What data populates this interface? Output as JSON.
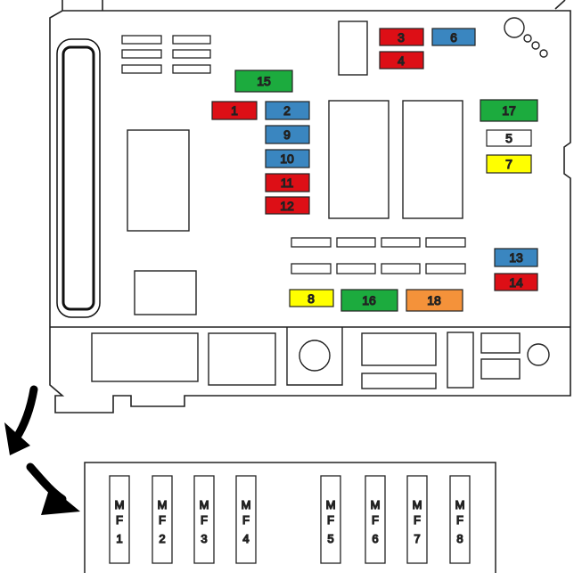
{
  "colors": {
    "red": "#dd0f16",
    "blue": "#3a86c0",
    "green": "#1cab3e",
    "yellow": "#ffff00",
    "orange": "#f4923a",
    "white": "#ffffff",
    "outline": "#222222"
  },
  "fuses": [
    {
      "id": "fuse-1",
      "label": "1",
      "color": "red"
    },
    {
      "id": "fuse-2",
      "label": "2",
      "color": "blue"
    },
    {
      "id": "fuse-3",
      "label": "3",
      "color": "red"
    },
    {
      "id": "fuse-4",
      "label": "4",
      "color": "red"
    },
    {
      "id": "fuse-5",
      "label": "5",
      "color": "white"
    },
    {
      "id": "fuse-6",
      "label": "6",
      "color": "blue"
    },
    {
      "id": "fuse-7",
      "label": "7",
      "color": "yellow"
    },
    {
      "id": "fuse-8",
      "label": "8",
      "color": "yellow"
    },
    {
      "id": "fuse-9",
      "label": "9",
      "color": "blue"
    },
    {
      "id": "fuse-10",
      "label": "10",
      "color": "blue"
    },
    {
      "id": "fuse-11",
      "label": "11",
      "color": "red"
    },
    {
      "id": "fuse-12",
      "label": "12",
      "color": "red"
    },
    {
      "id": "fuse-13",
      "label": "13",
      "color": "blue"
    },
    {
      "id": "fuse-14",
      "label": "14",
      "color": "red"
    },
    {
      "id": "fuse-15",
      "label": "15",
      "color": "green"
    },
    {
      "id": "fuse-16",
      "label": "16",
      "color": "green"
    },
    {
      "id": "fuse-17",
      "label": "17",
      "color": "green"
    },
    {
      "id": "fuse-18",
      "label": "18",
      "color": "orange"
    }
  ],
  "maxi_fuses": [
    {
      "id": "mf-1",
      "lines": [
        "M",
        "F",
        "1"
      ]
    },
    {
      "id": "mf-2",
      "lines": [
        "M",
        "F",
        "2"
      ]
    },
    {
      "id": "mf-3",
      "lines": [
        "M",
        "F",
        "3"
      ]
    },
    {
      "id": "mf-4",
      "lines": [
        "M",
        "F",
        "4"
      ]
    },
    {
      "id": "mf-5",
      "lines": [
        "M",
        "F",
        "5"
      ]
    },
    {
      "id": "mf-6",
      "lines": [
        "M",
        "F",
        "6"
      ]
    },
    {
      "id": "mf-7",
      "lines": [
        "M",
        "F",
        "7"
      ]
    },
    {
      "id": "mf-8",
      "lines": [
        "M",
        "F",
        "8"
      ]
    }
  ]
}
